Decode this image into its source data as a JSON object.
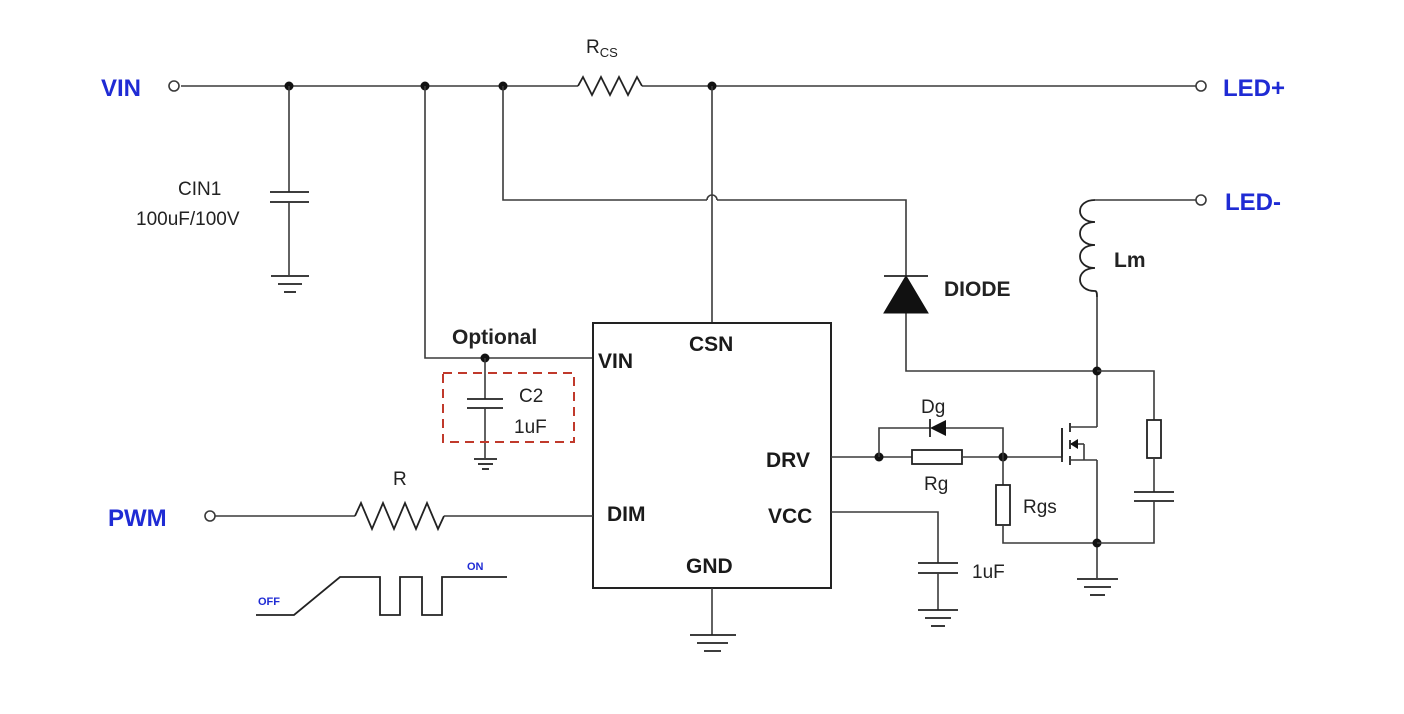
{
  "colors": {
    "port_label": "#1f2bd4",
    "optional_box": "#c0392b",
    "wire": "#3a3a3a"
  },
  "ports": {
    "vin": "VIN",
    "led_plus": "LED+",
    "led_minus": "LED-",
    "pwm": "PWM"
  },
  "components": {
    "rcs_main": "R",
    "rcs_sub": "CS",
    "cin1_name": "CIN1",
    "cin1_value": "100uF/100V",
    "diode": "DIODE",
    "inductor": "Lm",
    "c2_name": "C2",
    "c2_value": "1uF",
    "optional": "Optional",
    "dg": "Dg",
    "rg": "Rg",
    "rgs": "Rgs",
    "r_dim": "R",
    "c_vcc": "1uF"
  },
  "ic": {
    "vin": "VIN",
    "csn": "CSN",
    "drv": "DRV",
    "dim": "DIM",
    "vcc": "VCC",
    "gnd": "GND"
  },
  "pwm_wave": {
    "off": "OFF",
    "on": "ON"
  }
}
